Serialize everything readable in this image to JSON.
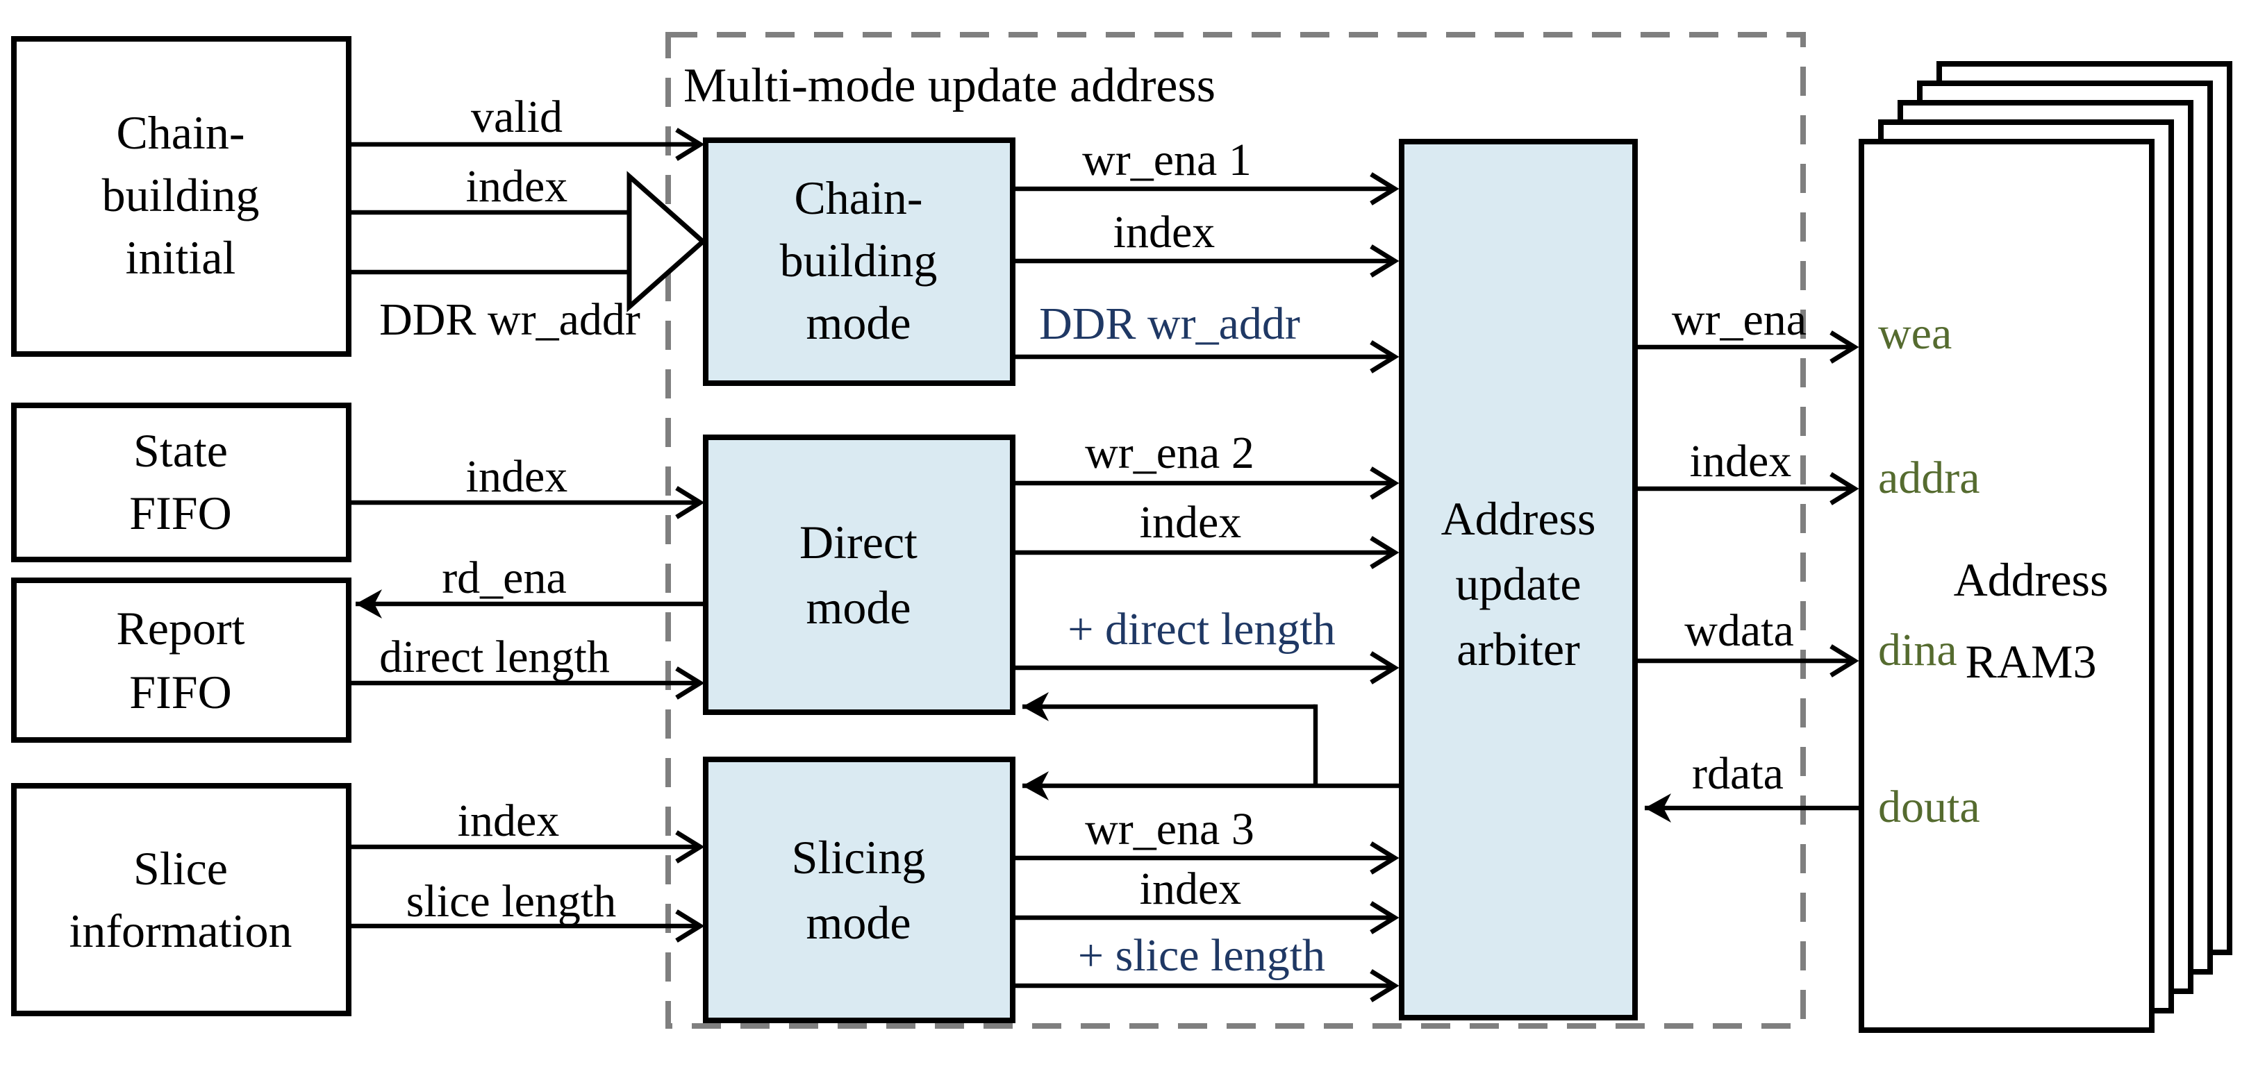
{
  "diagram": {
    "title": "Multi-mode update address",
    "colors": {
      "module_fill": "#daeaf2",
      "navy_label": "#1f3864",
      "ram_port_label": "#556b2f",
      "dashed_border": "#7f7f7f",
      "line": "#000000"
    },
    "boxes": {
      "chain_init": {
        "lines": [
          "Chain-",
          "building",
          "initial"
        ]
      },
      "state_fifo": {
        "lines": [
          "State",
          "FIFO"
        ]
      },
      "report_fifo": {
        "lines": [
          "Report",
          "FIFO"
        ]
      },
      "slice_info": {
        "lines": [
          "Slice",
          "information"
        ]
      },
      "chain_mode": {
        "lines": [
          "Chain-",
          "building",
          "mode"
        ]
      },
      "direct_mode": {
        "lines": [
          "Direct",
          "mode"
        ]
      },
      "slicing_mode": {
        "lines": [
          "Slicing",
          "mode"
        ]
      },
      "arbiter": {
        "lines": [
          "Address",
          "update",
          "arbiter"
        ]
      },
      "ram": {
        "lines": [
          "Address",
          "RAM3"
        ],
        "ports": {
          "wea": "wea",
          "addra": "addra",
          "dina": "dina",
          "douta": "douta"
        }
      }
    },
    "signals": {
      "valid": "valid",
      "cb_index_in": "index",
      "ddr_wr_addr_in": "DDR wr_addr",
      "state_index": "index",
      "rd_ena": "rd_ena",
      "direct_length": "direct length",
      "slice_index": "index",
      "slice_length": "slice length",
      "wr_ena_1": "wr_ena 1",
      "cb_index_out": "index",
      "ddr_wr_addr_out": "DDR wr_addr",
      "wr_ena_2": "wr_ena 2",
      "direct_index_out": "index",
      "plus_direct_length": "+ direct length",
      "wr_ena_3": "wr_ena 3",
      "slicing_index_out": "index",
      "plus_slice_length": "+ slice length",
      "arb_wr_ena": "wr_ena",
      "arb_index": "index",
      "arb_wdata": "wdata",
      "arb_rdata": "rdata"
    }
  }
}
